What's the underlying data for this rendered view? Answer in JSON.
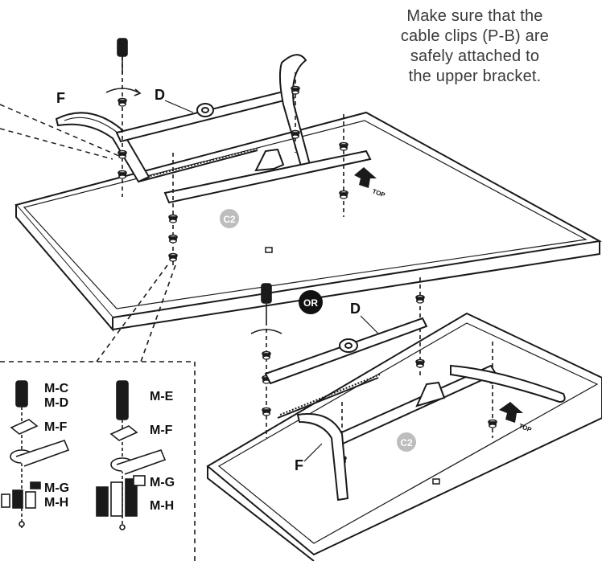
{
  "note": {
    "lines": [
      "Make sure that the",
      "cable clips (P-B) are",
      "safely attached to",
      " the upper bracket."
    ]
  },
  "labels": {
    "f_top": "F",
    "d_top": "D",
    "c2_top": "C2",
    "top_arrow_1": "TOP",
    "or_badge": "OR",
    "d_bottom": "D",
    "f_bottom": "F",
    "c2_bottom": "C2",
    "top_arrow_2": "TOP"
  },
  "detail": {
    "left": {
      "screw": "M-C",
      "screw2": "M-D",
      "washer": "M-F",
      "spacer_a": "M-G",
      "spacer_b": "M-H"
    },
    "right": {
      "screw": "M-E",
      "washer": "M-F",
      "spacer_a": "M-G",
      "spacer_b": "M-H"
    }
  },
  "colors": {
    "line": "#1a1a1a",
    "badge": "#111111",
    "c2": "#bdbdbd",
    "text_note": "#3a3a3a"
  }
}
